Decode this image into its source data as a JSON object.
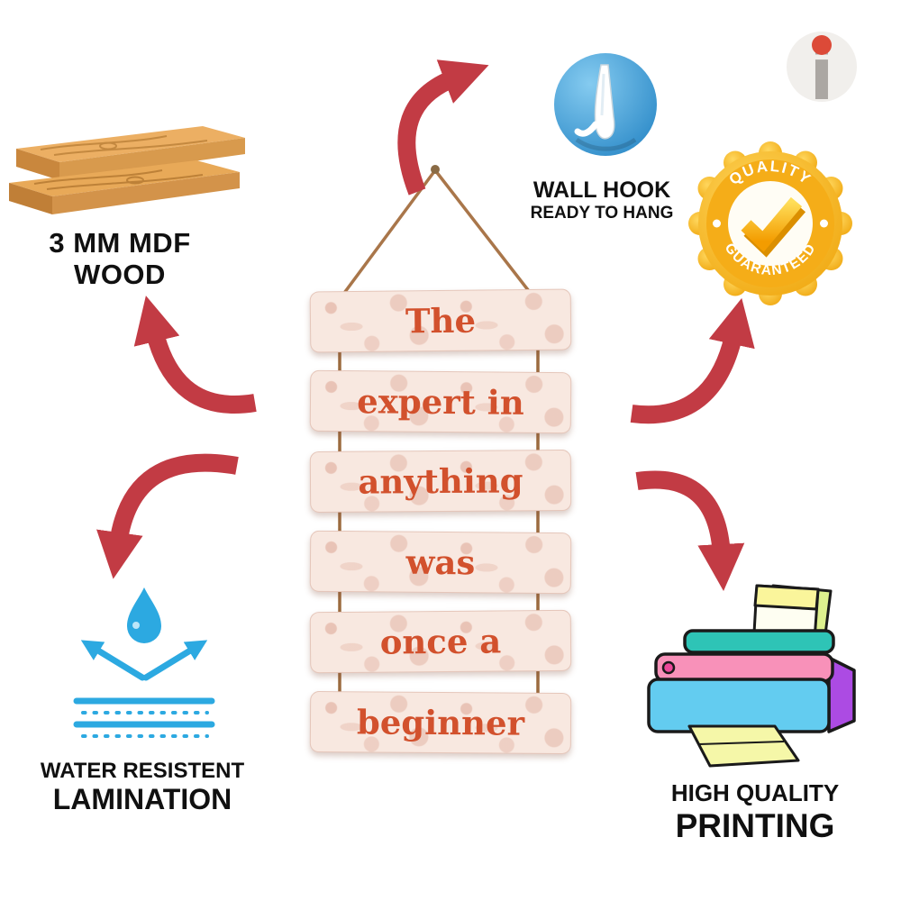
{
  "brand": {
    "logo_letter": "i"
  },
  "sign": {
    "planks": [
      "The",
      "expert in",
      "anything",
      "was",
      "once a",
      "beginner"
    ],
    "text_color": "#D2512D"
  },
  "features": {
    "wood": {
      "line1": "3 MM MDF",
      "line2": "WOOD"
    },
    "wall_hook": {
      "title": "WALL HOOK",
      "subtitle": "READY TO HANG"
    },
    "badge": {
      "top": "QUALITY",
      "bottom": "GUARANTEED"
    },
    "lamination": {
      "line1": "WATER RESISTENT",
      "line2": "LAMINATION"
    },
    "printing": {
      "line1": "HIGH QUALITY",
      "line2": "PRINTING"
    }
  },
  "colors": {
    "arrow_red": "#C23B44",
    "accent_blue": "#2CA9E1",
    "badge_gold": "#F5AD18",
    "hook_blue": "#3B97D3",
    "plank_text": "#D2512D"
  }
}
